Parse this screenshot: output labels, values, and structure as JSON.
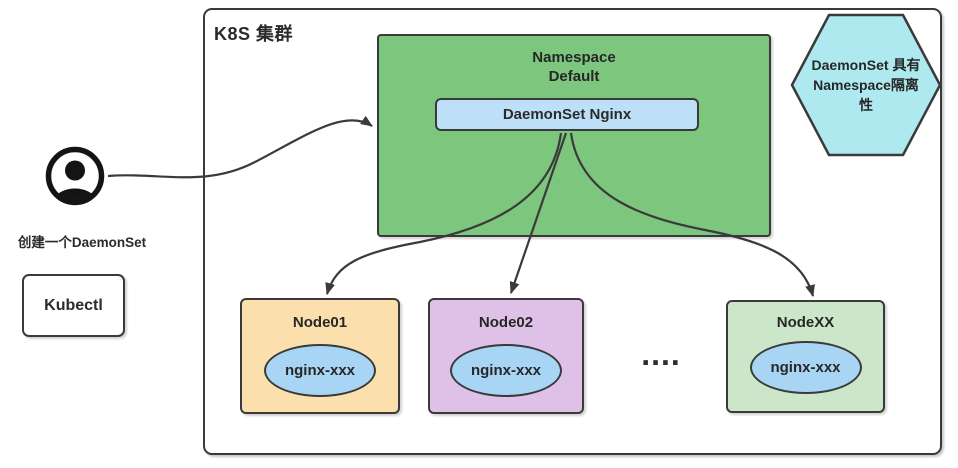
{
  "diagram": {
    "cluster_title": "K8S 集群",
    "namespace": {
      "title_line1": "Namespace",
      "title_line2": "Default",
      "daemonset_label": "DaemonSet Nginx"
    },
    "hexagon_note": {
      "line1": "DaemonSet 具有",
      "line2": "Namespace隔离",
      "line3": "性"
    },
    "actor": {
      "label": "创建一个DaemonSet",
      "tool_label": "Kubectl"
    },
    "nodes": [
      {
        "name": "Node01",
        "pod": "nginx-xxx",
        "color": "#FBDFAD"
      },
      {
        "name": "Node02",
        "pod": "nginx-xxx",
        "color": "#DFC1E8"
      },
      {
        "name": "NodeXX",
        "pod": "nginx-xxx",
        "color": "#CBE6C8"
      }
    ],
    "ellipsis": "....",
    "colors": {
      "outline": "#3a3a3a",
      "namespace_green": "#7CC67E",
      "daemonset_blue": "#BEDFF8",
      "pod_blue": "#A9D5F5",
      "hexagon_cyan": "#AFE9F0",
      "text_dark": "#2b2b2b"
    }
  }
}
